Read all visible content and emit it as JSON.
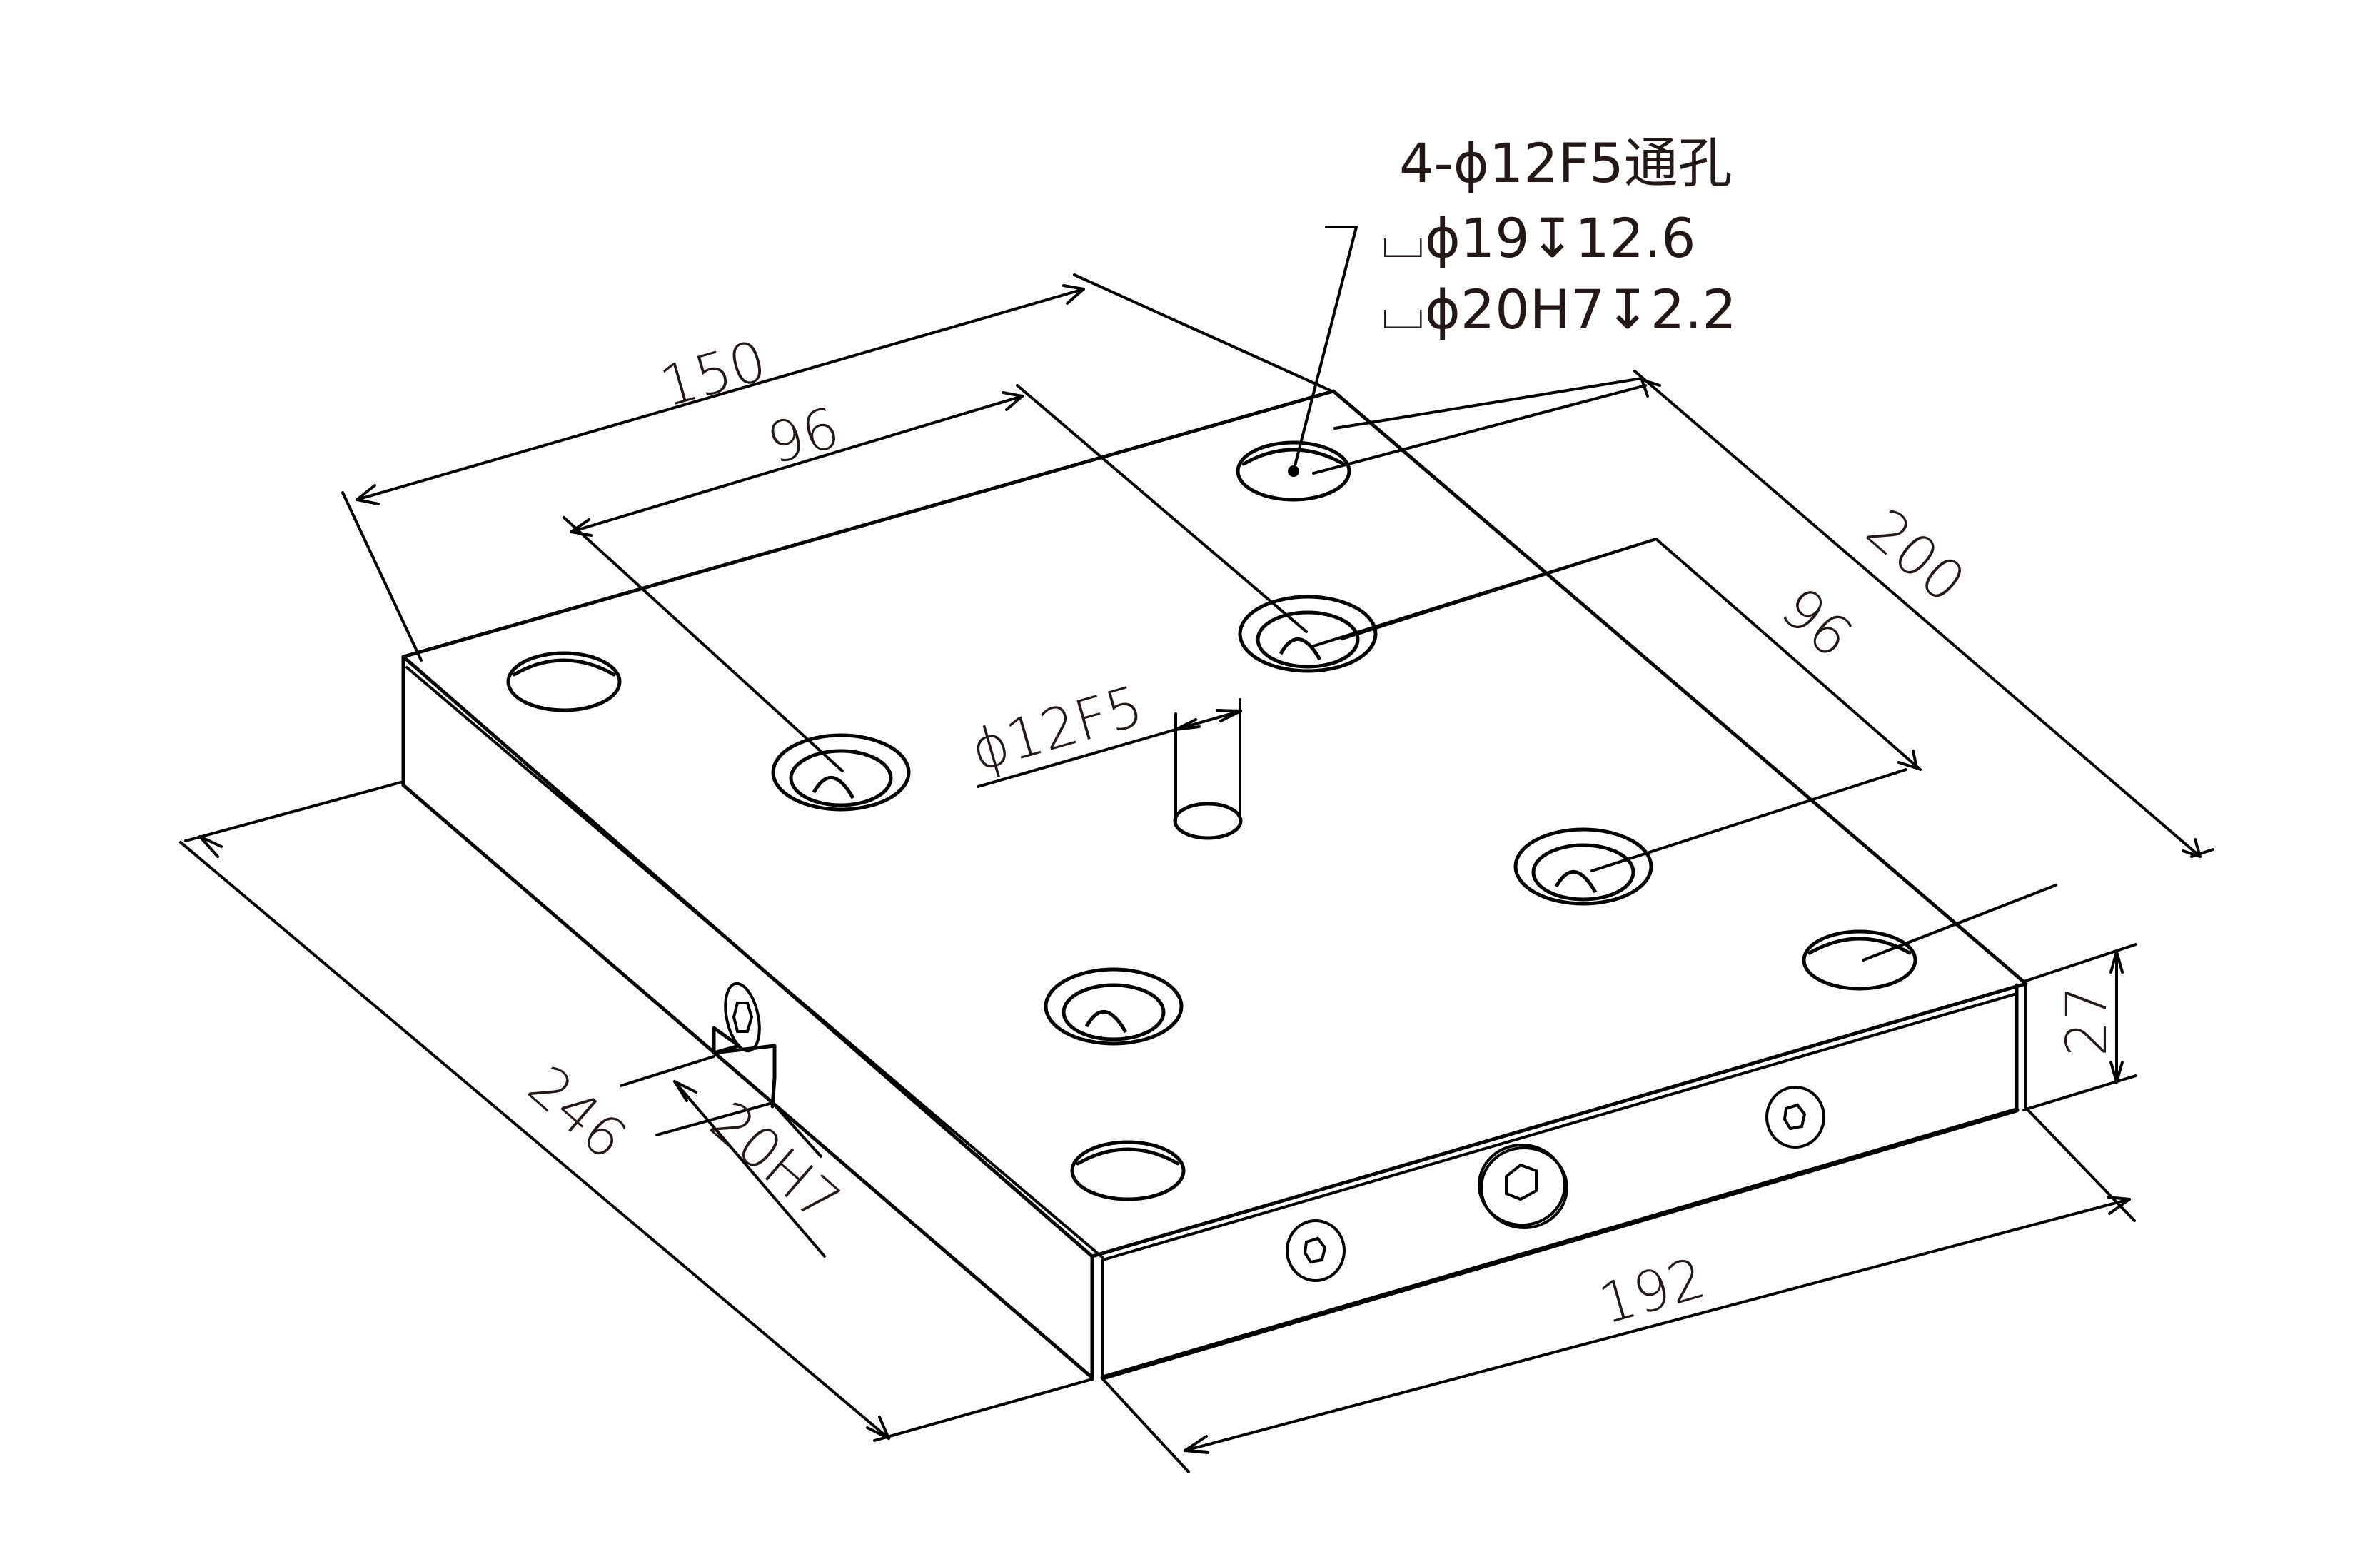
{
  "drawing": {
    "type": "isometric part drawing",
    "part": "mounting plate",
    "colors": {
      "line": "#000000",
      "text": "#231815",
      "background": "#ffffff"
    }
  },
  "callout": {
    "line1": "4-ϕ12F5通孔",
    "line2": "⌴ϕ19↧12.6",
    "line3": "⌴ϕ20H7↧2.2"
  },
  "dimensions": {
    "overall_width_top": "150",
    "hole_spacing_top": "96",
    "overall_depth_right": "200",
    "hole_spacing_right": "96",
    "pin_diameter": "ϕ12F5",
    "thickness": "27",
    "overall_length_left": "246",
    "slot_width": "20H7",
    "bottom_length": "192"
  },
  "features": {
    "through_holes": 4,
    "counterbored_holes": 4,
    "locating_pin": 1,
    "side_screws": 4
  }
}
